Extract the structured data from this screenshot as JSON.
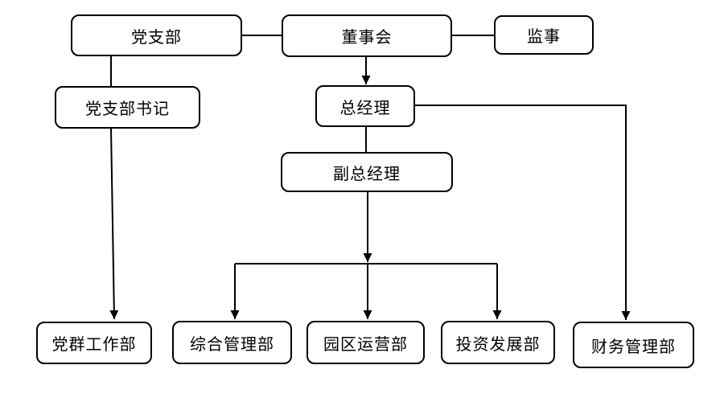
{
  "diagram": {
    "type": "org-chart",
    "colors": {
      "box_border": "#000000",
      "box_fill": "#ffffff",
      "line": "#000000",
      "text": "#000000",
      "background": "#ffffff"
    },
    "nodes": {
      "party_branch": {
        "label": "党支部"
      },
      "board_of_directors": {
        "label": "董事会"
      },
      "supervisor": {
        "label": "监事"
      },
      "party_branch_secretary": {
        "label": "党支部书记"
      },
      "general_manager": {
        "label": "总经理"
      },
      "deputy_general_manager": {
        "label": "副总经理"
      },
      "party_masses_work_dept": {
        "label": "党群工作部"
      },
      "general_management_dept": {
        "label": "综合管理部"
      },
      "park_operations_dept": {
        "label": "园区运营部"
      },
      "investment_development_dept": {
        "label": "投资发展部"
      },
      "finance_management_dept": {
        "label": "财务管理部"
      }
    },
    "edges": [
      {
        "from": "party_branch",
        "to": "board_of_directors",
        "style": "plain"
      },
      {
        "from": "board_of_directors",
        "to": "supervisor",
        "style": "plain"
      },
      {
        "from": "party_branch",
        "to": "party_branch_secretary",
        "style": "plain"
      },
      {
        "from": "party_branch_secretary",
        "to": "party_masses_work_dept",
        "style": "arrow"
      },
      {
        "from": "board_of_directors",
        "to": "general_manager",
        "style": "arrow"
      },
      {
        "from": "general_manager",
        "to": "deputy_general_manager",
        "style": "plain"
      },
      {
        "from": "general_manager",
        "to": "finance_management_dept",
        "style": "arrow"
      },
      {
        "from": "deputy_general_manager",
        "to": "general_management_dept",
        "style": "arrow"
      },
      {
        "from": "deputy_general_manager",
        "to": "park_operations_dept",
        "style": "arrow"
      },
      {
        "from": "deputy_general_manager",
        "to": "investment_development_dept",
        "style": "arrow"
      }
    ]
  }
}
